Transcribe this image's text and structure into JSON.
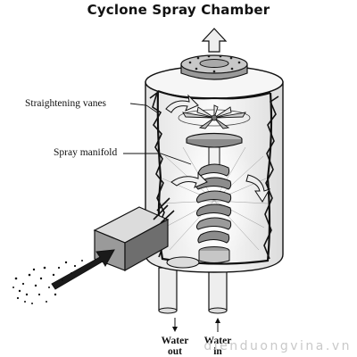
{
  "title": "Cyclone Spray Chamber",
  "labels": {
    "straightening_vanes": "Straightening vanes",
    "spray_manifold": "Spray manifold",
    "water_out_line1": "Water",
    "water_out_line2": "out",
    "water_in_line1": "Water",
    "water_in_line2": "in"
  },
  "watermark": "dienduongvina.vn",
  "colors": {
    "ink": "#111111",
    "body_fill": "#f4f4f4",
    "shadow": "#7a7a7a",
    "arrow": "#cfcfcf"
  }
}
